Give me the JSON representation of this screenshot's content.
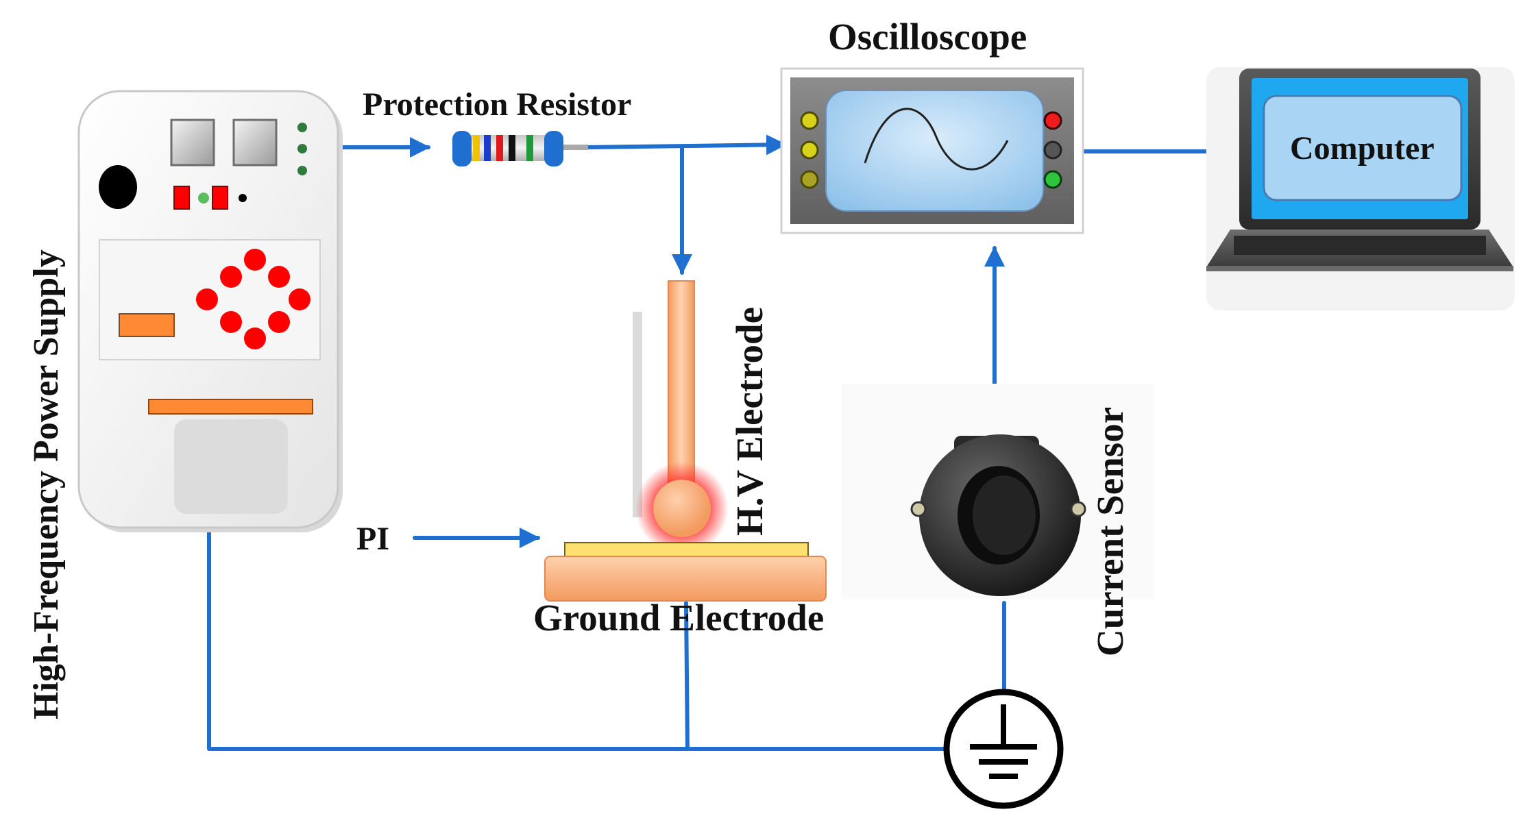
{
  "labels": {
    "power_supply": "High-Frequency Power Supply",
    "protection_resistor": "Protection Resistor",
    "oscilloscope": "Oscilloscope",
    "computer": "Computer",
    "hv_electrode": "H.V Electrode",
    "ground_electrode": "Ground Electrode",
    "pi": "PI",
    "current_sensor": "Current Sensor"
  },
  "colors": {
    "wire": "#1e6fcf",
    "knob_red": "#ff0000",
    "panel_orange": "#ff8a33",
    "electrode": "#f6b98c",
    "pi_film": "#ffe071",
    "laptop_screen": "#1fa8ef",
    "screen_glass": "#a9d4f3"
  },
  "icons": {
    "ground": "ground-symbol-icon",
    "sine": "sine-wave-icon",
    "sensor": "current-clamp-icon",
    "laptop": "laptop-icon"
  }
}
